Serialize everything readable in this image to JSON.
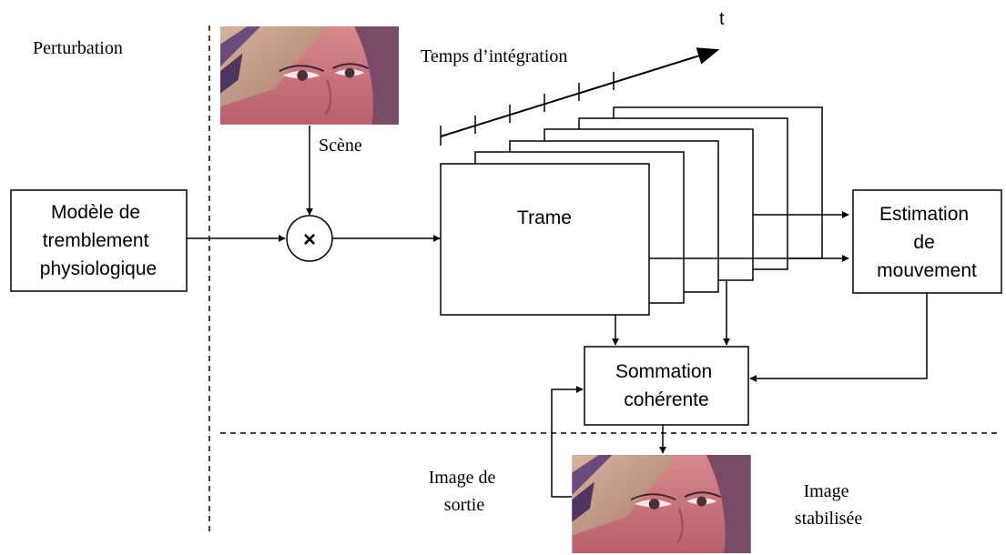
{
  "labels": {
    "perturbation": "Perturbation",
    "scene": "Scène",
    "integration_time": "Temps d’intégration",
    "t_axis": "t",
    "tremor_model": [
      "Modèle de",
      "tremblement",
      "physiologique"
    ],
    "multiply": "×",
    "frame": "Trame",
    "motion_estimation": [
      "Estimation",
      "de",
      "mouvement"
    ],
    "coherent_sum": [
      "Sommation",
      "cohérente"
    ],
    "output_image": [
      "Image de",
      "sortie"
    ],
    "stabilized_image": [
      "Image",
      "stabilisée"
    ]
  },
  "images": {
    "scene_photo": "eye-portrait-photo",
    "output_photo": "eye-portrait-photo"
  },
  "colors": {
    "stroke": "#000000",
    "background": "#ffffff",
    "photo_skin": "#c9747c",
    "photo_hat": "#c79a86",
    "photo_hair": "#5a3f6a"
  }
}
